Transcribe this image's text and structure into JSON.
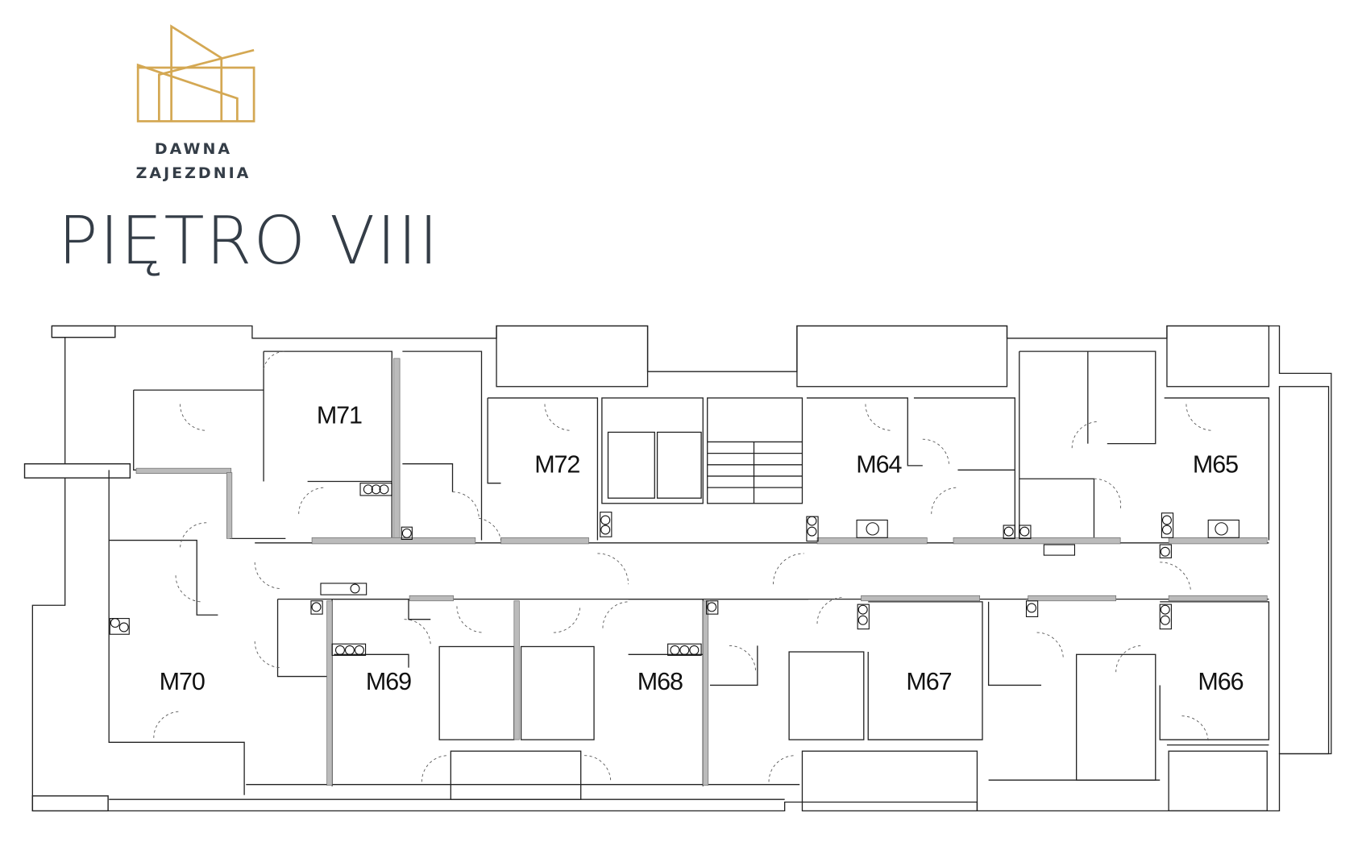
{
  "brand": {
    "line1": "DAWNA",
    "line2": "ZAJEZDNIA",
    "logo_color": "#d4a853",
    "text_color": "#343d47"
  },
  "title": "PIĘTRO VIII",
  "units": [
    "M71",
    "M72",
    "M64",
    "M65",
    "M70",
    "M69",
    "M68",
    "M67",
    "M66"
  ]
}
